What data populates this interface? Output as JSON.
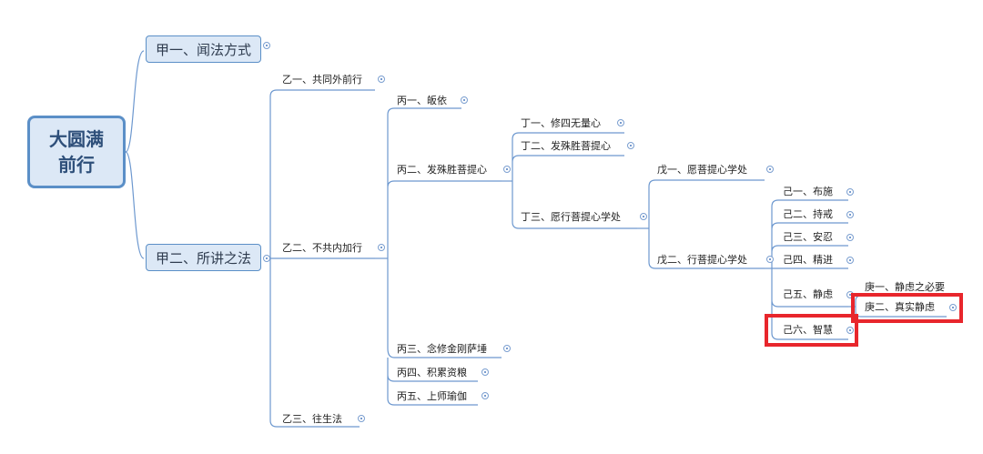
{
  "root": {
    "label": "大圆满\n前行"
  },
  "level1": {
    "a": "甲一、闻法方式",
    "b": "甲二、所讲之法"
  },
  "level2": {
    "a": "乙一、共同外前行",
    "b": "乙二、不共内加行",
    "c": "乙三、往生法"
  },
  "level3": {
    "a": "丙一、皈依",
    "b": "丙二、发殊胜菩提心",
    "c": "丙三、念修金刚萨埵",
    "d": "丙四、积累资粮",
    "e": "丙五、上师瑜伽"
  },
  "level4": {
    "a": "丁一、修四无量心",
    "b": "丁二、发殊胜菩提心",
    "c": "丁三、愿行菩提心学处"
  },
  "level5": {
    "a": "戊一、愿菩提心学处",
    "b": "戊二、行菩提心学处"
  },
  "level6": {
    "a": "己一、布施",
    "b": "己二、持戒",
    "c": "己三、安忍",
    "d": "己四、精进",
    "e": "己五、静虑",
    "f": "己六、智慧"
  },
  "level7": {
    "a": "庚一、静虑之必要",
    "b": "庚二、真实静虑"
  },
  "highlight_color": "#e8262c",
  "line_color": "#6d98cf"
}
